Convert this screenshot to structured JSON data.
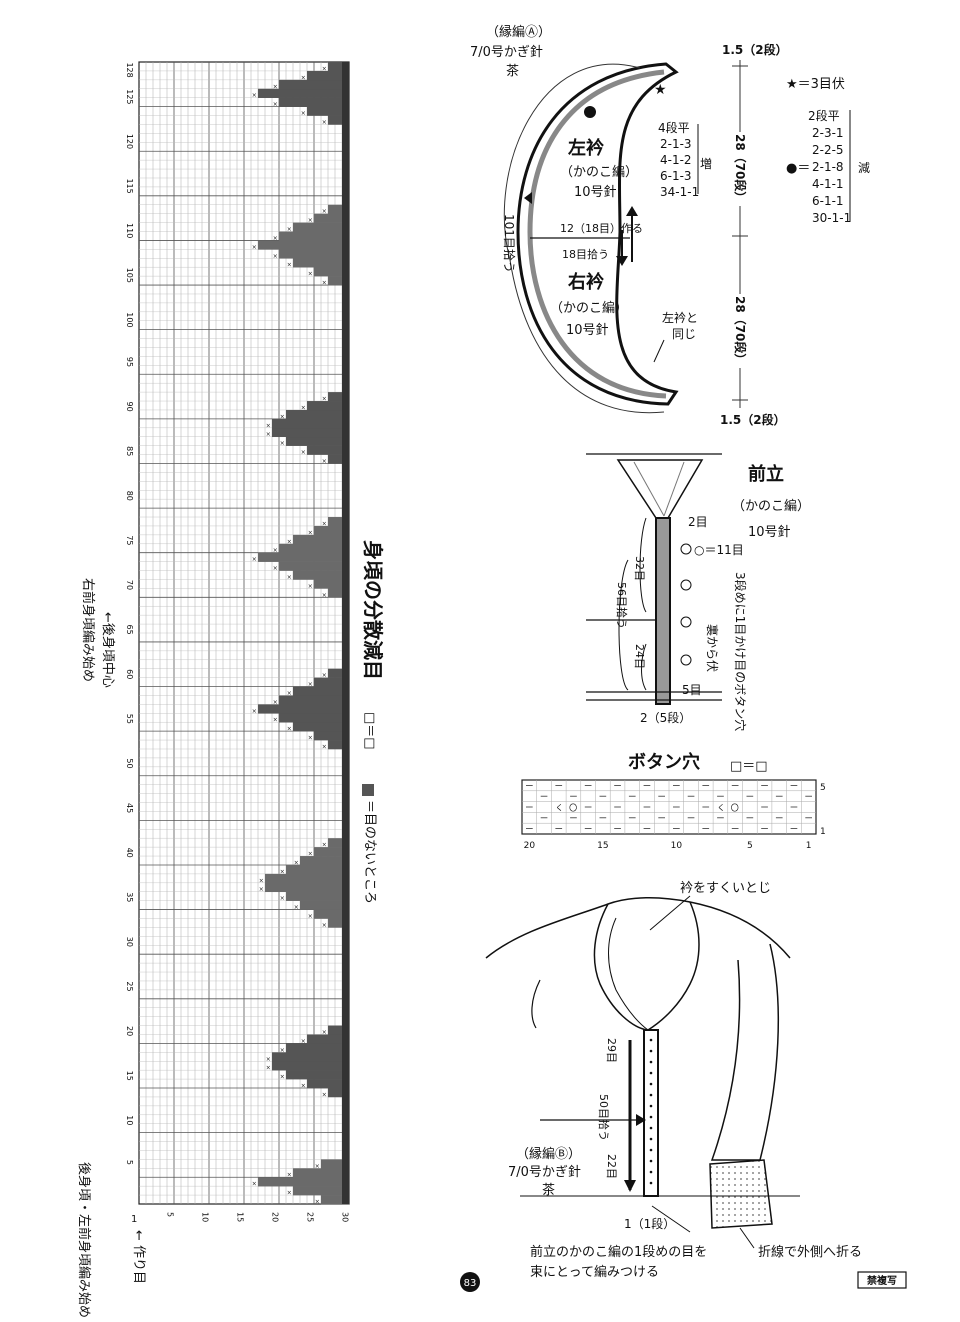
{
  "chart": {
    "title": "身頃の分散減目",
    "legend_blank": "□＝□",
    "legend_dark": "＝目のないところ",
    "row_labels": [
      "5",
      "10",
      "15",
      "20",
      "25",
      "30",
      "35",
      "40",
      "45",
      "50",
      "55",
      "60",
      "65",
      "70",
      "75",
      "80",
      "85",
      "90",
      "95",
      "100",
      "105",
      "110",
      "115",
      "120",
      "125",
      "128"
    ],
    "col_labels": [
      "5",
      "10",
      "15",
      "20",
      "25",
      "30"
    ],
    "start_marker": "1",
    "start_note": "← 作り目",
    "back_center_note": "←後身頃中心",
    "front_right_note": "右前身頃編み始め",
    "back_left_note": "後身頃・左前身頃編み始め",
    "cols": 30,
    "rows": 128,
    "dark_rows": [
      [
        128,
        122
      ],
      [
        112,
        104
      ],
      [
        91,
        84
      ],
      [
        77,
        69
      ],
      [
        60,
        52
      ],
      [
        41,
        32
      ],
      [
        20,
        13
      ],
      [
        5,
        1
      ]
    ]
  },
  "collar": {
    "edge_label": "（縁編Ⓐ）",
    "edge_hook": "7/0号かぎ針",
    "edge_color": "茶",
    "left_title": "左衿",
    "left_stitch": "（かのこ編）",
    "left_needle": "10号針",
    "right_title": "右衿",
    "right_stitch": "（かのこ編）",
    "right_needle": "10号針",
    "pickup_side": "101目拾う",
    "cast_on": "12（18目）作る",
    "pickup_center": "18目拾う",
    "same_note": "左衿と同じ",
    "inc_label": "増",
    "dec_label": "減",
    "inc_steps": [
      "4段平",
      "2-1-3",
      "4-1-2",
      "6-1-3",
      "34-1-1"
    ],
    "dec_steps": [
      "2段平",
      "2-3-1",
      "2-2-5",
      "2-1-8",
      "4-1-1",
      "6-1-1",
      "30-1-1"
    ],
    "dec_marker": "●＝",
    "star_note": "★＝3目伏",
    "dim_top": "1.5（2段）",
    "dim_upper": "28（70段）",
    "dim_lower": "28（70段）",
    "dim_bottom": "1.5（2段）"
  },
  "front_band": {
    "title": "前立",
    "stitch": "（かのこ編）",
    "needle": "10号針",
    "top_count": "2目",
    "circle_note": "○＝11目",
    "count_32": "32目",
    "count_56": "56目拾う",
    "count_24": "24目",
    "bottom_count": "5目",
    "bottom_dim": "2（5段）",
    "buttonhole_note": "3段めに1目かけ目のボタン穴",
    "bind_note": "裏から伏"
  },
  "buttonhole": {
    "title": "ボタン穴",
    "legend": "□＝□",
    "col_labels": [
      "20",
      "15",
      "10",
      "5",
      "1"
    ],
    "row_labels": [
      "5",
      "1"
    ]
  },
  "garment": {
    "collar_note": "衿をすくいとじ",
    "edge_label": "（縁編Ⓑ）",
    "edge_hook": "7/0号かぎ針",
    "edge_color": "茶",
    "count_29": "29目",
    "count_50": "50目拾う",
    "count_22": "22目",
    "bottom_dim": "1（1段）",
    "attach_note_1": "前立のかのこ編の1段めの目を",
    "attach_note_2": "束にとって編みつける",
    "fold_note": "折線で外側へ折る"
  },
  "page_number": "83",
  "stamp": "禁複写"
}
